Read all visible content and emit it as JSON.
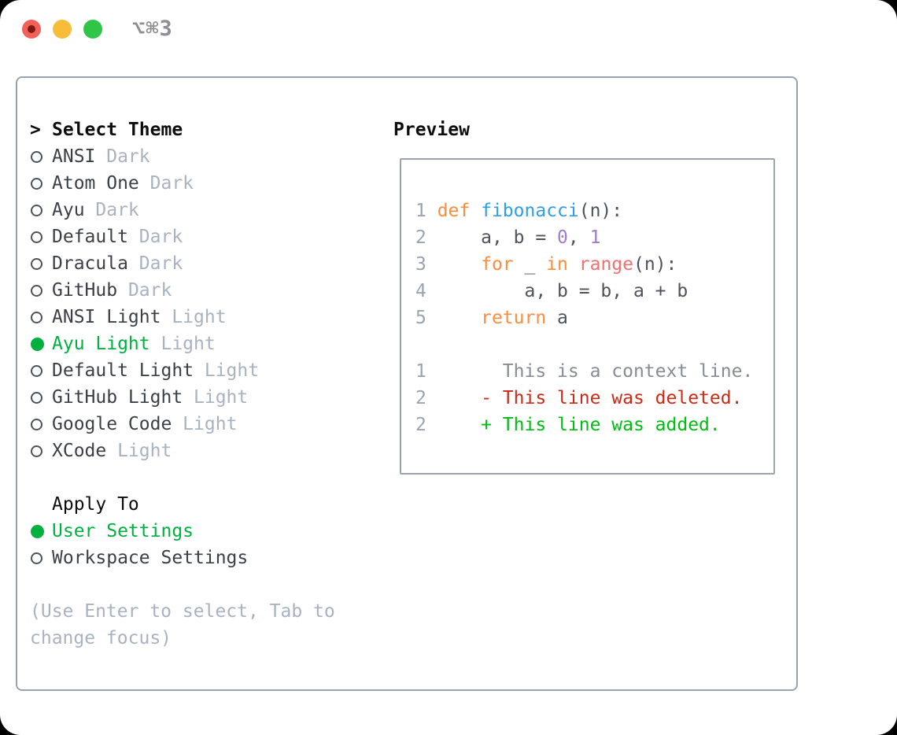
{
  "window": {
    "title": "⌥⌘3",
    "buttons": {
      "close": "close",
      "minimize": "minimize",
      "zoom": "zoom"
    }
  },
  "colors": {
    "page_background": "#000000",
    "window_background": "#ffffff",
    "panel_border": "#9aa3ae",
    "title_gray": "#8e8e92",
    "heading_black": "#0b0d0f",
    "item_text": "#3b4048",
    "muted": "#a8b2c0",
    "radio_outline": "#4c525b",
    "accent_green": "#00b140",
    "traffic_close": "#f2605a",
    "traffic_close_dot": "#7c1a13",
    "traffic_minimize": "#f7bc38",
    "traffic_zoom": "#30c546",
    "line_number": "#9aa4b0",
    "plain": "#4d535c",
    "keyword": "#fa8d3e",
    "function": "#2f9ee6",
    "number": "#a37acc",
    "call": "#f07171",
    "context": "#878c93",
    "deleted": "#cb2a16",
    "added": "#00bd13"
  },
  "theme_panel": {
    "prompt": ">",
    "header": "Select Theme",
    "items": [
      {
        "name": "ANSI",
        "variant": "Dark",
        "selected": false
      },
      {
        "name": "Atom One",
        "variant": "Dark",
        "selected": false
      },
      {
        "name": "Ayu",
        "variant": "Dark",
        "selected": false
      },
      {
        "name": "Default",
        "variant": "Dark",
        "selected": false
      },
      {
        "name": "Dracula",
        "variant": "Dark",
        "selected": false
      },
      {
        "name": "GitHub",
        "variant": "Dark",
        "selected": false
      },
      {
        "name": "ANSI Light",
        "variant": "Light",
        "selected": false
      },
      {
        "name": "Ayu Light",
        "variant": "Light",
        "selected": true
      },
      {
        "name": "Default Light",
        "variant": "Light",
        "selected": false
      },
      {
        "name": "GitHub Light",
        "variant": "Light",
        "selected": false
      },
      {
        "name": "Google Code",
        "variant": "Light",
        "selected": false
      },
      {
        "name": "XCode",
        "variant": "Light",
        "selected": false
      }
    ]
  },
  "apply_panel": {
    "header": "Apply To",
    "items": [
      {
        "label": "User Settings",
        "selected": true
      },
      {
        "label": "Workspace Settings",
        "selected": false
      }
    ]
  },
  "help_lines": [
    "(Use Enter to select, Tab to",
    "change focus)"
  ],
  "preview": {
    "header": "Preview",
    "code_lines": [
      {
        "num": "1",
        "kind": "code",
        "tokens": [
          {
            "t": "def",
            "c": "keyword"
          },
          {
            "t": " ",
            "c": "plain"
          },
          {
            "t": "fibonacci",
            "c": "function"
          },
          {
            "t": "(n):",
            "c": "plain"
          }
        ]
      },
      {
        "num": "2",
        "kind": "code",
        "tokens": [
          {
            "t": "    a, b = ",
            "c": "plain"
          },
          {
            "t": "0",
            "c": "number"
          },
          {
            "t": ", ",
            "c": "plain"
          },
          {
            "t": "1",
            "c": "number"
          }
        ]
      },
      {
        "num": "3",
        "kind": "code",
        "tokens": [
          {
            "t": "    ",
            "c": "plain"
          },
          {
            "t": "for",
            "c": "keyword"
          },
          {
            "t": " _ ",
            "c": "plain"
          },
          {
            "t": "in",
            "c": "keyword"
          },
          {
            "t": " ",
            "c": "plain"
          },
          {
            "t": "range",
            "c": "call"
          },
          {
            "t": "(n):",
            "c": "plain"
          }
        ]
      },
      {
        "num": "4",
        "kind": "code",
        "tokens": [
          {
            "t": "        a, b = b, a + b",
            "c": "plain"
          }
        ]
      },
      {
        "num": "5",
        "kind": "code",
        "tokens": [
          {
            "t": "    ",
            "c": "plain"
          },
          {
            "t": "return",
            "c": "keyword"
          },
          {
            "t": " a",
            "c": "plain"
          }
        ]
      },
      {
        "num": "",
        "kind": "blank",
        "tokens": []
      },
      {
        "num": "1",
        "kind": "diff-context",
        "tokens": [
          {
            "t": "      This is a context line.",
            "c": "context"
          }
        ]
      },
      {
        "num": "2",
        "kind": "diff-deleted",
        "tokens": [
          {
            "t": "    - This line was deleted.",
            "c": "deleted"
          }
        ]
      },
      {
        "num": "2",
        "kind": "diff-added",
        "tokens": [
          {
            "t": "    + This line was added.",
            "c": "added"
          }
        ]
      }
    ]
  }
}
